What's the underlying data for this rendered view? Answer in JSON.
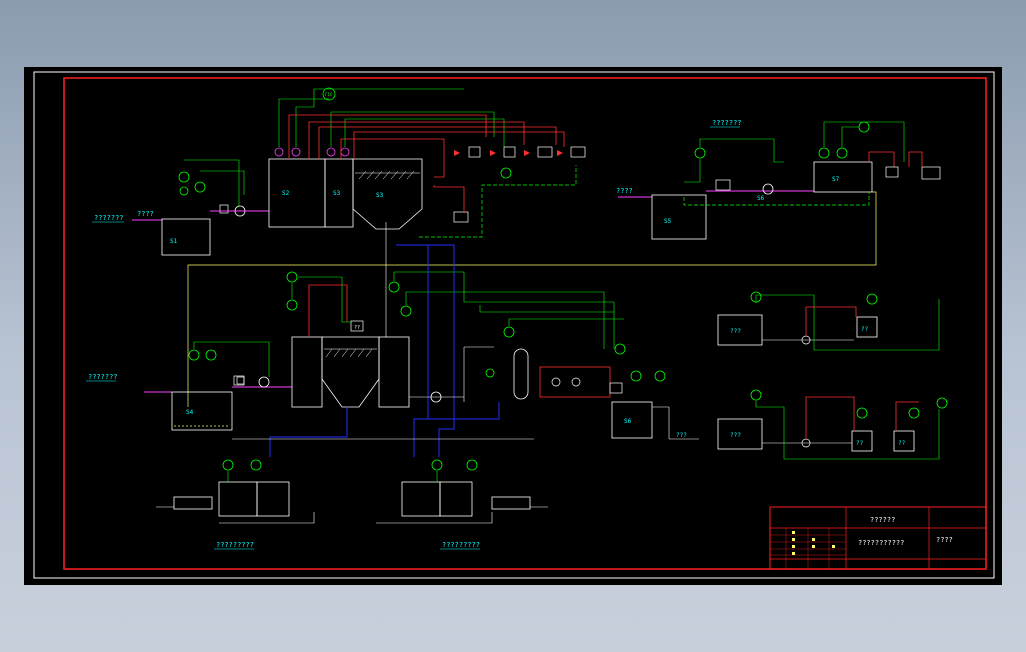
{
  "drawing": {
    "colors": {
      "background": "#000000",
      "frame_outer": "#ffffff",
      "frame_inner": "#ff2020",
      "process": "#00ff00",
      "signal": "#ff3030",
      "blue_line": "#2030ff",
      "yellow_line": "#ffff66",
      "magenta_line": "#ff40ff",
      "label": "#00ffff"
    },
    "caption_top_left": "???????",
    "caption_left_mid": "???????",
    "caption_right_top": "???????",
    "inlet_label": "????",
    "inlet_label_2": "????",
    "caption_bottom_left": "?????????",
    "caption_bottom_mid": "?????????",
    "outlet_label": "???",
    "tanks": {
      "t1": "S1",
      "t2": "S2",
      "t3": "S3",
      "t4": "S4",
      "t5": "S5",
      "t6": "S6",
      "t7": "S7"
    },
    "instrument_tag": "FIC",
    "box_labels": {
      "left_mid": "??",
      "right_1": "???",
      "right_2": "???",
      "right_3": "??",
      "right_4": "??",
      "right_5": "??"
    },
    "title_block": {
      "project": "??????",
      "drawing_name": "???????????",
      "drawing_no": "????"
    }
  }
}
